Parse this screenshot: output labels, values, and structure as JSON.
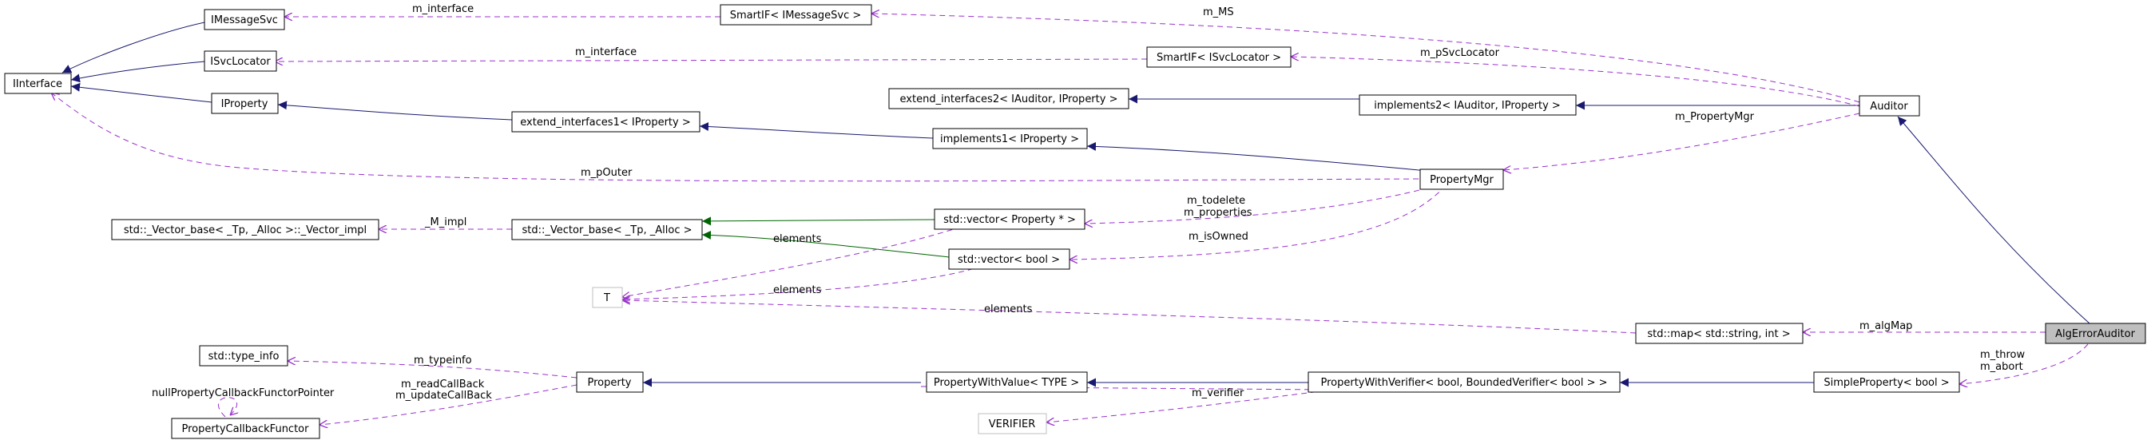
{
  "nodes": {
    "IInterface": "IInterface",
    "IMessageSvc": "IMessageSvc",
    "ISvcLocator": "ISvcLocator",
    "IProperty": "IProperty",
    "SmartIF_IMessageSvc": "SmartIF< IMessageSvc >",
    "SmartIF_ISvcLocator": "SmartIF< ISvcLocator >",
    "extend_interfaces1": "extend_interfaces1< IProperty >",
    "extend_interfaces2": "extend_interfaces2< IAuditor, IProperty >",
    "implements2": "implements2< IAuditor, IProperty >",
    "implements1": "implements1< IProperty >",
    "Auditor": "Auditor",
    "PropertyMgr": "PropertyMgr",
    "Vector_impl": "std::_Vector_base< _Tp, _Alloc >::_Vector_impl",
    "Vector_base": "std::_Vector_base< _Tp, _Alloc >",
    "vector_Property": "std::vector< Property * >",
    "vector_bool": "std::vector< bool >",
    "T": "T",
    "map_string_int": "std::map< std::string, int >",
    "AlgErrorAuditor": "AlgErrorAuditor",
    "type_info": "std::type_info",
    "Property": "Property",
    "PropertyWithValue": "PropertyWithValue< TYPE >",
    "PropertyWithVerifier": "PropertyWithVerifier< bool, BoundedVerifier< bool > >",
    "SimpleProperty": "SimpleProperty< bool >",
    "PropertyCallbackFunctor": "PropertyCallbackFunctor",
    "VERIFIER": "VERIFIER"
  },
  "edge_labels": {
    "m_interface_1": "m_interface",
    "m_MS": "m_MS",
    "m_interface_2": "m_interface",
    "m_pSvcLocator": "m_pSvcLocator",
    "m_PropertyMgr": "m_PropertyMgr",
    "m_pOuter": "m_pOuter",
    "M_impl": "_M_impl",
    "m_todelete": "m_todelete",
    "m_properties": "m_properties",
    "m_isOwned": "m_isOwned",
    "elements_1": "elements",
    "elements_2": "elements",
    "elements_3": "elements",
    "m_algMap": "m_algMap",
    "m_throw": "m_throw",
    "m_abort": "m_abort",
    "m_typeinfo": "m_typeinfo",
    "m_readCallBack": "m_readCallBack",
    "m_updateCallBack": "m_updateCallBack",
    "nullPropertyCallbackFunctorPointer": "nullPropertyCallbackFunctorPointer",
    "m_verifier": "m_verifier"
  },
  "colors": {
    "inheritance": "#191970",
    "template_instance": "#006400",
    "usage": "#9a32cd",
    "focus_fill": "#bfbfbf"
  }
}
